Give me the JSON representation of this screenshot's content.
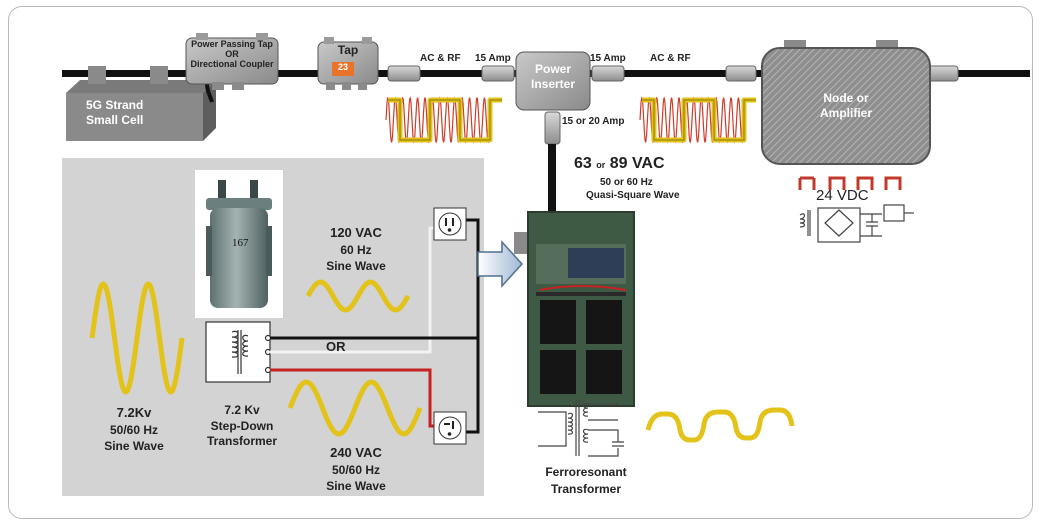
{
  "colors": {
    "cable": "#111111",
    "panel": "#d3d3d3",
    "wave_yellow": "#e3c21a",
    "wave_red": "#d23b2a",
    "box_gray": "#9a9a9a",
    "cabinet_green": "#3e5a45",
    "orange": "#e9732a"
  },
  "labels": {
    "small_cell_line1": "5G Strand",
    "small_cell_line2": "Small Cell",
    "coupler_line1": "Power Passing Tap",
    "coupler_line2": "OR",
    "coupler_line3": "Directional Coupler",
    "tap": "Tap",
    "tap_value": "23",
    "ac_rf_left": "AC & RF",
    "amp_left": "15 Amp",
    "inserter_line1": "Power",
    "inserter_line2": "Inserter",
    "amp_right": "15 Amp",
    "ac_rf_right": "AC & RF",
    "amp_down": "15 or 20 Amp",
    "node_line1": "Node or",
    "node_line2": "Amplifier",
    "vac_63": "63",
    "vac_or": "or",
    "vac_89": "89 VAC",
    "vac_freq": "50 or 60 Hz",
    "vac_wave": "Quasi-Square Wave",
    "vdc": "24 VDC",
    "transformer_number": "167",
    "v120": "120 VAC",
    "v120_freq": "60 Hz",
    "v120_wave": "Sine Wave",
    "or_label": "OR",
    "kv72": "7.2Kv",
    "kv72_freq": "50/60 Hz",
    "kv72_wave": "Sine Wave",
    "stepdown_line1": "7.2 Kv",
    "stepdown_line2": "Step-Down",
    "stepdown_line3": "Transformer",
    "v240": "240 VAC",
    "v240_freq": "50/60 Hz",
    "v240_wave": "Sine Wave",
    "ferro_line1": "Ferroresonant",
    "ferro_line2": "Transformer"
  }
}
